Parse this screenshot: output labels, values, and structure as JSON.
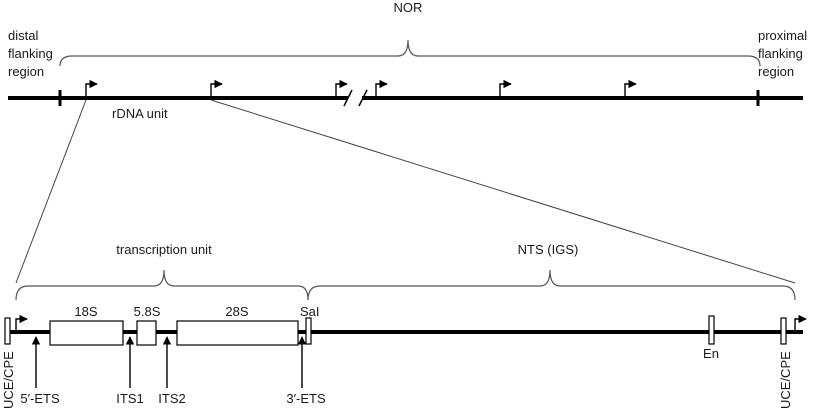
{
  "labels": {
    "nor": "NOR",
    "distal_1": "distal",
    "distal_2": "flanking",
    "distal_3": "region",
    "proximal_1": "proximal",
    "proximal_2": "flanking",
    "proximal_3": "region",
    "rdna_unit": "rDNA unit",
    "transcription_unit": "transcription unit",
    "nts": "NTS (IGS)",
    "r18s": "18S",
    "r58s": "5.8S",
    "r28s": "28S",
    "sal": "SaI",
    "en": "En",
    "uce_left": "UCE/CPE",
    "uce_right": "UCE/CPE",
    "ets5": "5′-ETS",
    "its1": "ITS1",
    "its2": "ITS2",
    "ets3": "3′-ETS"
  }
}
